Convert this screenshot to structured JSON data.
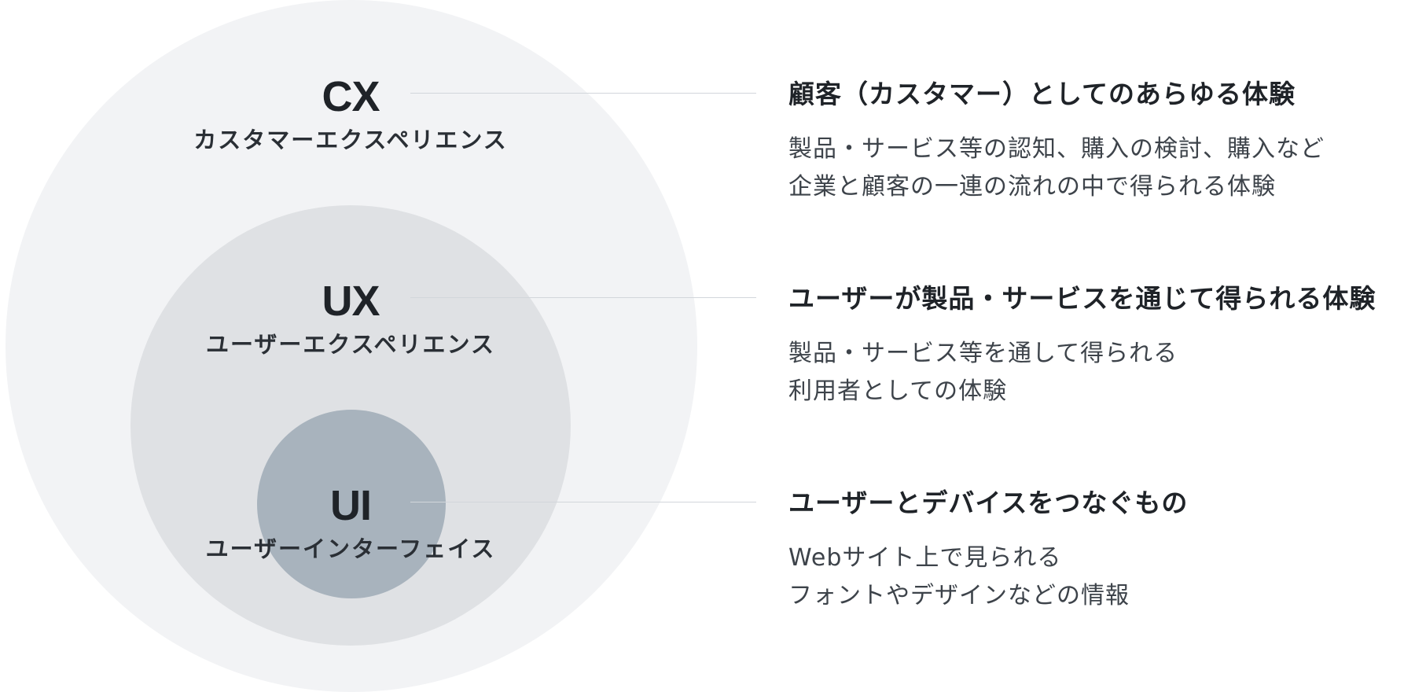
{
  "layers": [
    {
      "abbr": "CX",
      "full_name": "カスタマーエクスペリエンス",
      "heading": "顧客（カスタマー）としてのあらゆる体験",
      "description": [
        "製品・サービス等の認知、購入の検討、購入など",
        "企業と顧客の一連の流れの中で得られる体験"
      ]
    },
    {
      "abbr": "UX",
      "full_name": "ユーザーエクスペリエンス",
      "heading": "ユーザーが製品・サービスを通じて得られる体験",
      "description": [
        "製品・サービス等を通して得られる",
        "利用者としての体験"
      ]
    },
    {
      "abbr": "UI",
      "full_name": "ユーザーインターフェイス",
      "heading": "ユーザーとデバイスをつなぐもの",
      "description": [
        "Webサイト上で見られる",
        "フォントやデザインなどの情報"
      ]
    }
  ],
  "colors": {
    "outer_circle": "#f2f3f5",
    "middle_circle": "#dfe1e4",
    "inner_circle": "#a8b3bd",
    "connector_line": "#d2d6db",
    "text_dark": "#1f2328"
  }
}
